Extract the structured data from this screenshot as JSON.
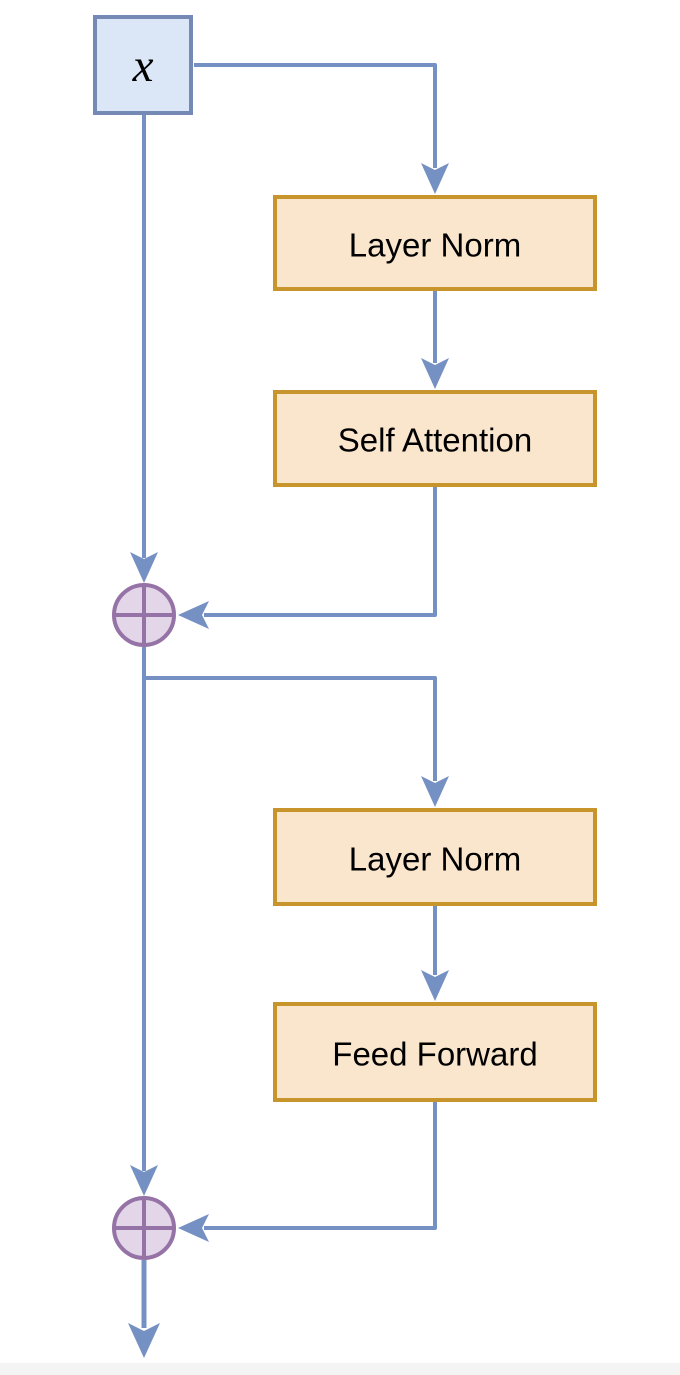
{
  "diagram": {
    "kind": "flowchart",
    "nodes": [
      {
        "id": "input",
        "label": "x",
        "shape": "square"
      },
      {
        "id": "layer_norm_1",
        "label": "Layer Norm",
        "shape": "rect"
      },
      {
        "id": "self_attention",
        "label": "Self Attention",
        "shape": "rect"
      },
      {
        "id": "add_1",
        "icon": "circle-plus-icon",
        "shape": "circle"
      },
      {
        "id": "layer_norm_2",
        "label": "Layer Norm",
        "shape": "rect"
      },
      {
        "id": "feed_forward",
        "label": "Feed Forward",
        "shape": "rect"
      },
      {
        "id": "add_2",
        "icon": "circle-plus-icon",
        "shape": "circle"
      }
    ],
    "edges": [
      {
        "from": "input",
        "to": "layer_norm_1"
      },
      {
        "from": "layer_norm_1",
        "to": "self_attention"
      },
      {
        "from": "input",
        "to": "add_1",
        "kind": "residual"
      },
      {
        "from": "self_attention",
        "to": "add_1"
      },
      {
        "from": "add_1",
        "to": "layer_norm_2"
      },
      {
        "from": "layer_norm_2",
        "to": "feed_forward"
      },
      {
        "from": "add_1",
        "to": "add_2",
        "kind": "residual"
      },
      {
        "from": "feed_forward",
        "to": "add_2"
      },
      {
        "from": "add_2",
        "to": "output"
      }
    ]
  },
  "colors": {
    "edge": "#7590c2",
    "input_fill": "#dbe7f7",
    "input_stroke": "#7489b3",
    "block_fill": "#fae6cd",
    "block_stroke": "#c8952c",
    "add_fill": "#e2d6e8",
    "add_stroke": "#9673a6",
    "text": "#000000",
    "footer_strip": "#f4f4f5"
  }
}
